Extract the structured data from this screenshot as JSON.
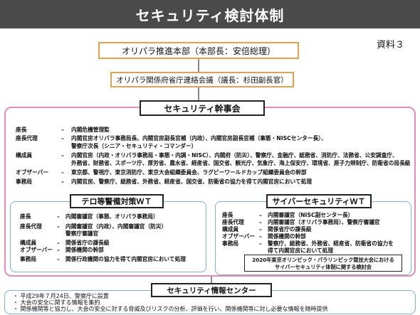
{
  "page": {
    "title": "セキュリティ検討体制",
    "doc_label": "資料３"
  },
  "hq": {
    "label": "オリパラ推進本部（本部長：安倍総理）"
  },
  "liaison": {
    "label": "オリパラ関係府省庁連絡会議（議長：杉田副長官）"
  },
  "exec": {
    "title": "セキュリティ幹事会",
    "rows": [
      {
        "label": "座長",
        "value": "内閣危機管理監"
      },
      {
        "label": "座長代理",
        "value": "内閣官房オリパラ事務局長、内閣官房副長官補（内政）、内閣官房副長官補（事態・NISCセンター長）、"
      },
      {
        "label": "",
        "value": "警察庁次長（シニア・セキュリティ・コマンダー）"
      },
      {
        "label": "構成員",
        "value": "内閣官房（内政・オリパラ事務局・事態・内調・NISC）、内閣府（防災）、警察庁、金融庁、総務省、消防庁、法務省、公安調査庁、"
      },
      {
        "label": "",
        "value": "外務省、財務省、スポーツ庁、厚労省、農水省、経産省、国交省、観光庁、気象庁、海上保安庁、環境省、原子力規制庁、防衛省の局長級"
      },
      {
        "label": "オブザーバー",
        "value": "東京都、警視庁、東京消防庁、東京大会組織委員会、ラグビーワールドカップ組織委員会の幹部"
      },
      {
        "label": "事務局",
        "value": "内閣官房、警察庁、総務省、外務省、経産省、国交省、防衛省の協力を得て内閣官房において処理"
      }
    ]
  },
  "terror_wt": {
    "title": "テロ等警備対策ＷＴ",
    "rows": [
      {
        "label": "座長",
        "value": "内閣審議官（事態、オリパラ事務局）"
      },
      {
        "label": "座長代理",
        "value": "内閣審議官（内政）、内閣審議官（防災）"
      },
      {
        "label": "",
        "value": "警察庁審議官"
      },
      {
        "label": "構成員",
        "value": "関係省庁の課長級"
      },
      {
        "label": "オブザーバー",
        "value": "関係機関の幹部"
      },
      {
        "label": "事務局",
        "value": "関係行政機関の協力を得て内閣官房において処理"
      }
    ]
  },
  "cyber_wt": {
    "title": "サイバーセキュリティＷＴ",
    "rows": [
      {
        "label": "座長",
        "value": "内閣審議官（NISC副センター長）"
      },
      {
        "label": "座長代理",
        "value": "内閣審議官（オリパラ事務局）、警察庁審議官"
      },
      {
        "label": "構成員",
        "value": "関係省庁の課長級"
      },
      {
        "label": "オブザーバー",
        "value": "関係機関の幹部"
      },
      {
        "label": "事務局",
        "value": "警察庁、総務省、外務省、経産省、防衛省の協力を"
      },
      {
        "label": "",
        "value": "得て内閣官房において処理"
      }
    ],
    "note_line1": "2020年東京オリンピック・パラリンピック競技大会における",
    "note_line2": "サイバーセキュリティ体制に関する検討会"
  },
  "center": {
    "title": "セキュリティ情報センター",
    "bullets": [
      "・ 平成29年７月24日、警察庁に設置",
      "・ 大会の安全に関する情報を集約",
      "・ 関係機関等と協力し、大会の安全に対する脅威及びリスクの分析、評価を行い、関係機関等に対し必要な情報を随時提供"
    ]
  }
}
